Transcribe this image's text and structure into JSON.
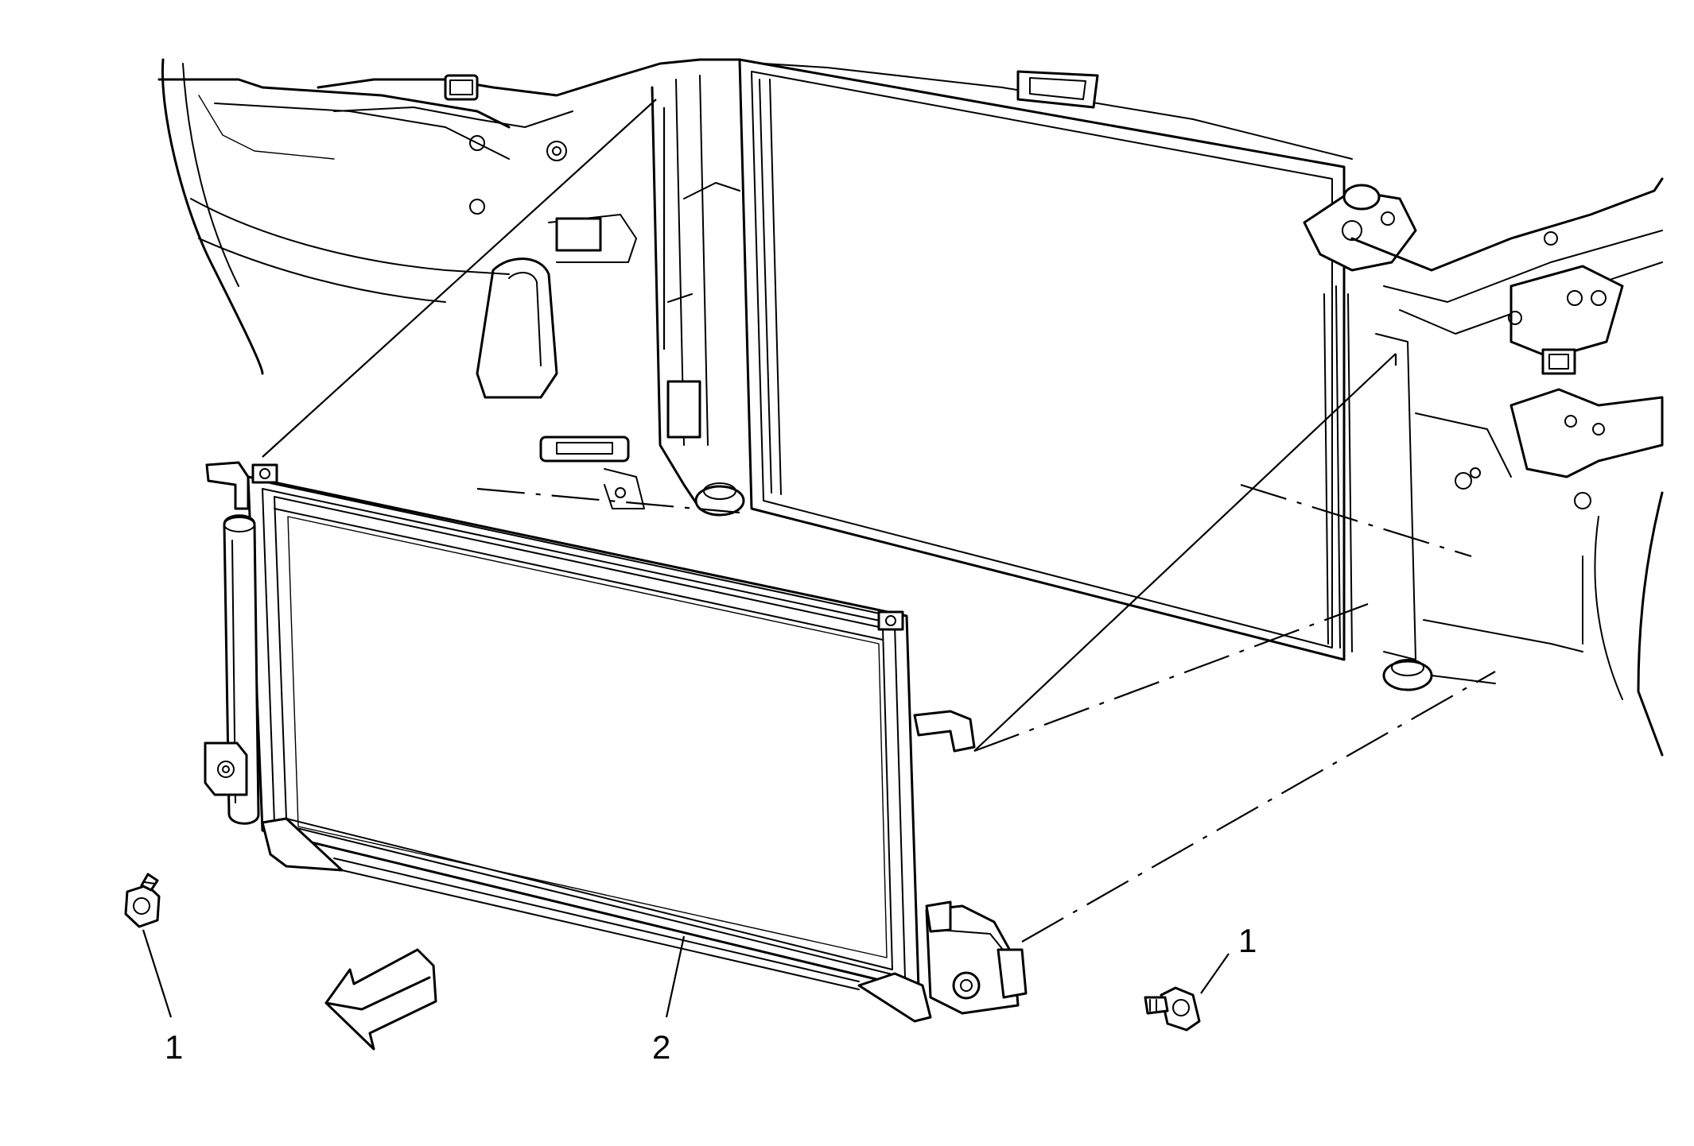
{
  "callouts": {
    "bolt_left": "1",
    "condenser": "2",
    "bolt_right": "1"
  }
}
